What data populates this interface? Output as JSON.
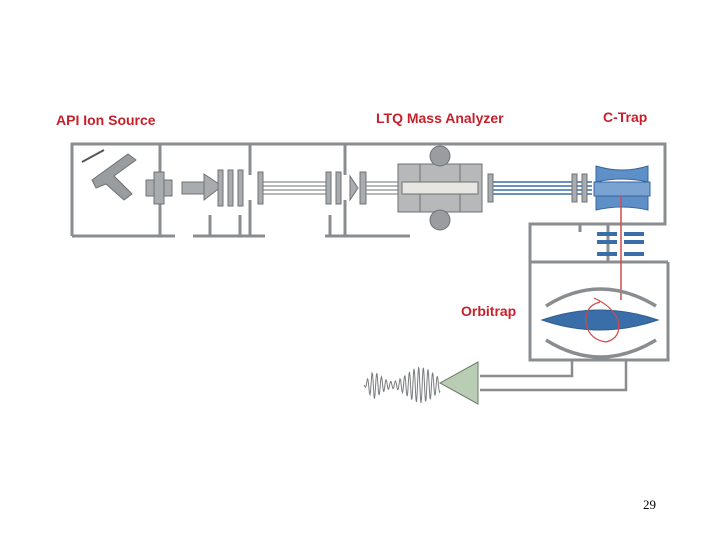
{
  "diagram": {
    "labels": {
      "api_ion_source": "API Ion Source",
      "ltq_mass_analyzer": "LTQ Mass Analyzer",
      "c_trap": "C-Trap",
      "orbitrap": "Orbitrap"
    },
    "colors": {
      "label_red": "#c8202a",
      "wall_gray": "#8a8d90",
      "component_gray": "#a9acaf",
      "ion_blue": "#3a6ea8",
      "ctrap_blue": "#5e8fc6",
      "ion_path_red": "#d04a4a",
      "detector_green": "#b9ccb4"
    },
    "icons": [
      "spray-needle-icon",
      "ion-trap-electrode-icon",
      "signal-wave-icon",
      "detector-arrow-icon"
    ]
  },
  "page": {
    "number": "29"
  }
}
